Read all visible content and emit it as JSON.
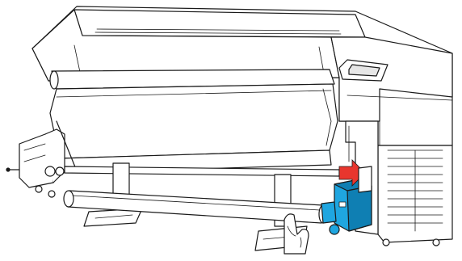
{
  "figure": {
    "type": "line-art-illustration",
    "label_text": "",
    "colors": {
      "line": "#1a1a1a",
      "body_fill": "#ffffff",
      "shade": "#e6e6e6",
      "accent_blue": "#1fa6e0",
      "accent_blue_dark": "#0f7fb3",
      "arrow_red": "#e8362e"
    },
    "components": [
      "printer-body-outline",
      "printer-top-cover",
      "control-panel-screen",
      "media-roll-on-printer",
      "paper-sheet-hanging",
      "left-roll-support-unit",
      "stand-legs-with-feet",
      "right-side-vented-panel",
      "loose-roll-core-tube",
      "blue-roll-holder-unit",
      "red-direction-arrow",
      "hand-holding-roll"
    ],
    "arrow_direction": "right"
  }
}
